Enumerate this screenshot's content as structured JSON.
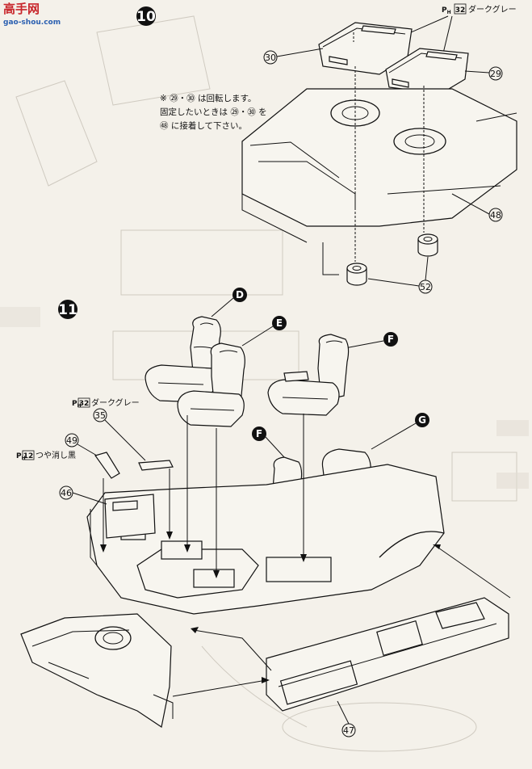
{
  "watermark": {
    "brand": "高手网",
    "url": "gao-shou.com"
  },
  "steps": [
    {
      "number": "10",
      "note_lines": [
        "※ ㉙・㉚ は回転します。",
        "固定したいときは ㉙・㉚ を",
        "㊽ に接着して下さい。"
      ],
      "paint": {
        "code": "P",
        "sub": "H",
        "ref": "32",
        "label": "ダークグレー"
      },
      "parts": [
        "30",
        "29",
        "48",
        "52"
      ]
    },
    {
      "number": "11",
      "paint_35": {
        "code": "P",
        "sub": "H",
        "ref": "32",
        "label": "ダークグレー"
      },
      "paint_49": {
        "code": "P",
        "sub": "H",
        "ref": "12",
        "label": "つや消し黒"
      },
      "parts": [
        "35",
        "49",
        "46",
        "47"
      ],
      "seat_letters": [
        "D",
        "E",
        "F",
        "F",
        "G"
      ]
    }
  ],
  "colors": {
    "ink": "#111111",
    "paper": "#f4f1ea",
    "watermark_red": "#c8262b",
    "watermark_blue": "#2a5fb0"
  }
}
